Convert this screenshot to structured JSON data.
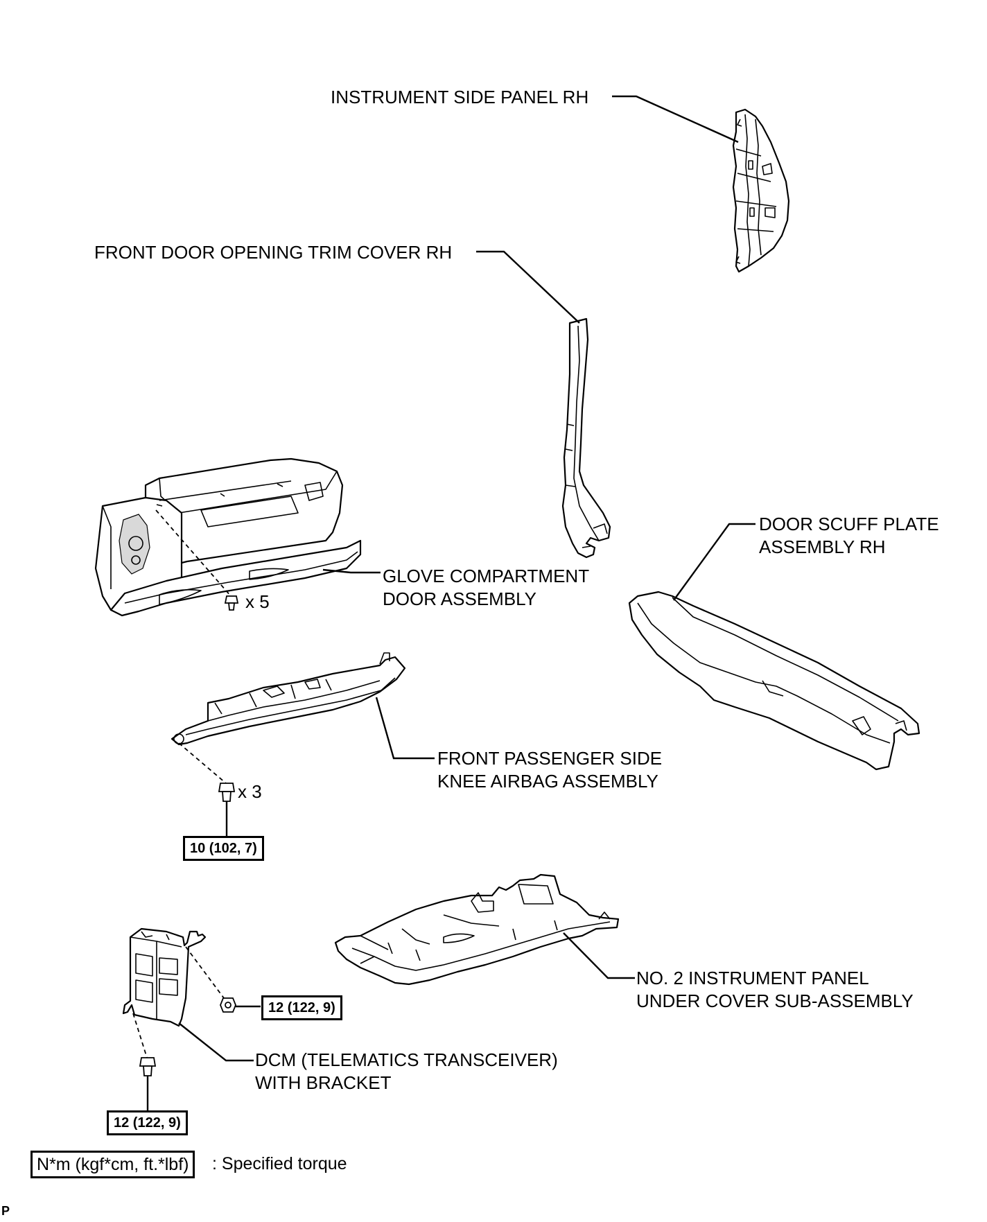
{
  "labels": {
    "instrument_side_panel": "INSTRUMENT SIDE PANEL RH",
    "front_door_trim": "FRONT DOOR OPENING TRIM COVER RH",
    "door_scuff_plate_line1": "DOOR SCUFF PLATE",
    "door_scuff_plate_line2": "ASSEMBLY RH",
    "glove_compartment_line1": "GLOVE COMPARTMENT",
    "glove_compartment_line2": "DOOR ASSEMBLY",
    "knee_airbag_line1": "FRONT PASSENGER SIDE",
    "knee_airbag_line2": "KNEE AIRBAG ASSEMBLY",
    "under_cover_line1": "NO. 2 INSTRUMENT PANEL",
    "under_cover_line2": "UNDER COVER SUB-ASSEMBLY",
    "dcm_line1": "DCM (TELEMATICS TRANSCEIVER)",
    "dcm_line2": "WITH BRACKET"
  },
  "quantities": {
    "glove_screws": "x 5",
    "airbag_bolts": "x 3"
  },
  "torques": {
    "airbag_bolt": "10 (102, 7)",
    "dcm_nut": "12 (122, 9)",
    "dcm_bolt": "12 (122, 9)"
  },
  "legend": {
    "unit_box": "N*m (kgf*cm, ft.*lbf)",
    "meaning": ": Specified torque"
  },
  "corner_mark": "P"
}
